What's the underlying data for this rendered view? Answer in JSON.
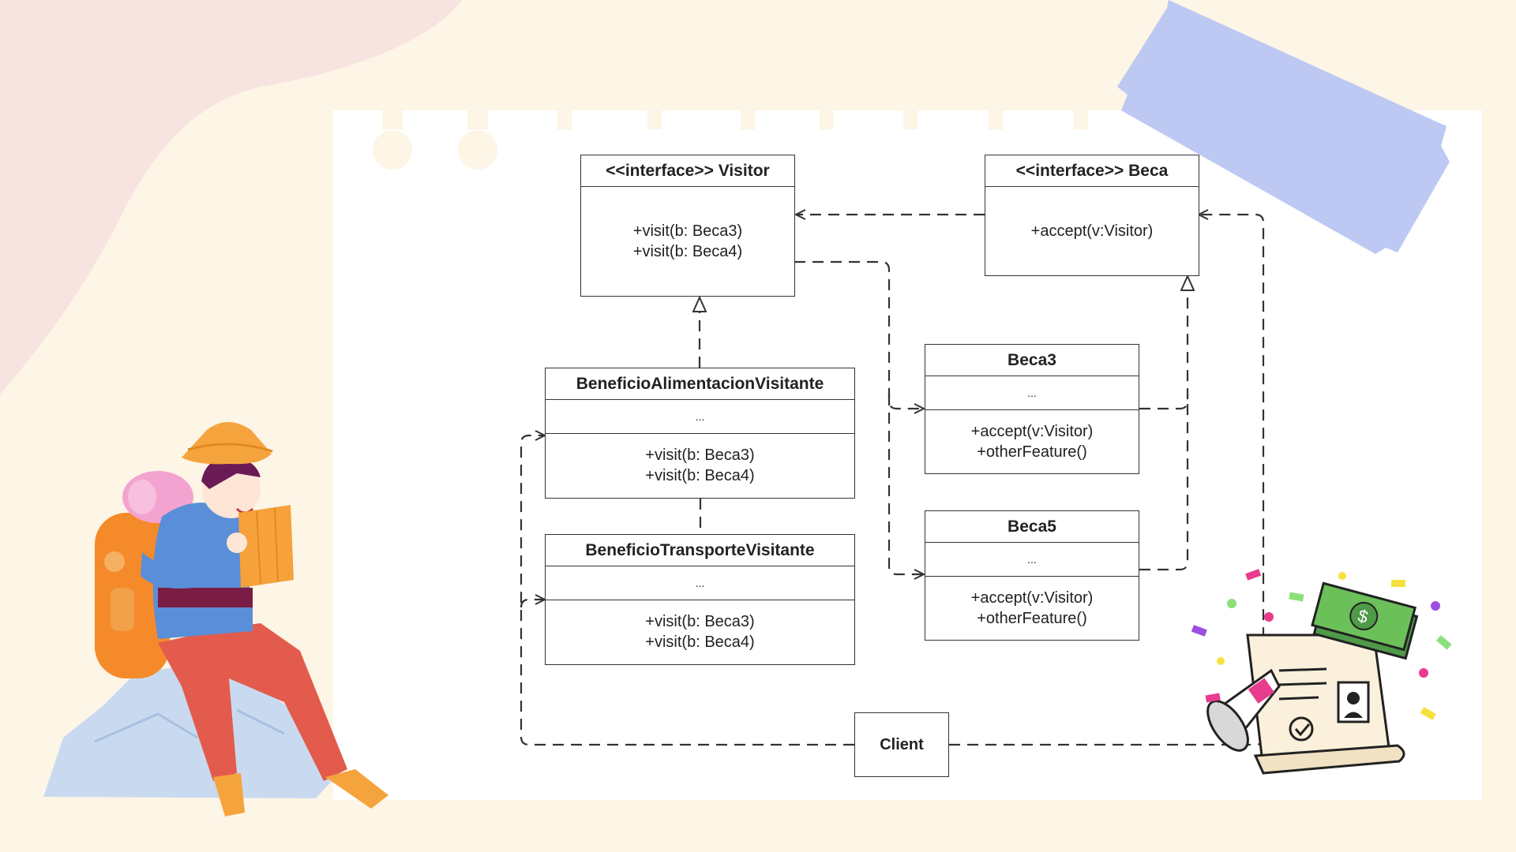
{
  "diagram": {
    "visitor_interface": {
      "title": "<<interface>> Visitor",
      "methods": [
        "+visit(b: Beca3)",
        "+visit(b: Beca4)"
      ]
    },
    "beca_interface": {
      "title": "<<interface>> Beca",
      "methods": [
        "+accept(v:Visitor)"
      ]
    },
    "alimentacion_visitor": {
      "title": "BeneficioAlimentacionVisitante",
      "attributes": "...",
      "methods": [
        "+visit(b: Beca3)",
        "+visit(b: Beca4)"
      ]
    },
    "transporte_visitor": {
      "title": "BeneficioTransporteVisitante",
      "attributes": "...",
      "methods": [
        "+visit(b: Beca3)",
        "+visit(b: Beca4)"
      ]
    },
    "beca3": {
      "title": "Beca3",
      "attributes": "...",
      "methods": [
        "+accept(v:Visitor)",
        "+otherFeature()"
      ]
    },
    "beca5": {
      "title": "Beca5",
      "attributes": "...",
      "methods": [
        "+accept(v:Visitor)",
        "+otherFeature()"
      ]
    },
    "client": {
      "title": "Client"
    }
  },
  "decorations": {
    "traveler_illustration": "traveler-with-map-icon",
    "scholarship_illustration": "certificate-money-megaphone-icon",
    "tape": "washi-tape",
    "colors": {
      "background": "#fdf5e6",
      "blob": "#f7e3df",
      "paper": "#ffffff",
      "tape": "#b9c6f2",
      "line": "#333333"
    }
  }
}
